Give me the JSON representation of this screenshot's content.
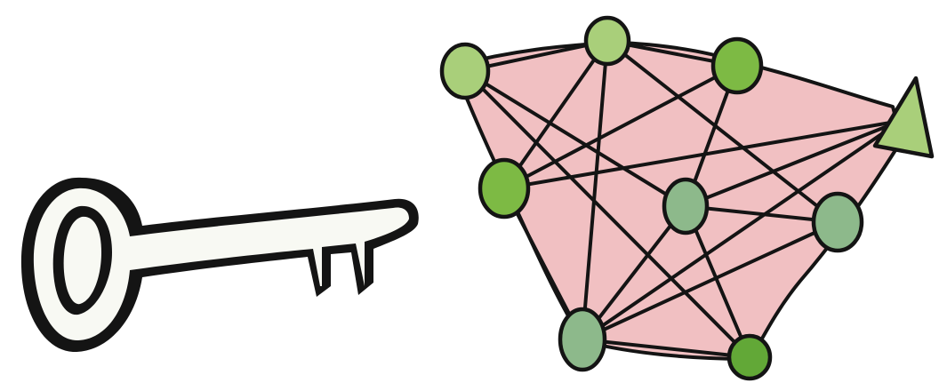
{
  "diagram": {
    "text": [],
    "colors": {
      "outline": "#141414",
      "key_fill": "#f8f9f3",
      "network_fill": "#f1c0c2",
      "node_light_green": "#a9cf7a",
      "node_medium_green": "#7dba44",
      "node_dark_green": "#62a837",
      "node_sage": "#8db98b"
    },
    "key_icon": {
      "name": "key",
      "teeth": 2
    },
    "network_icon": {
      "name": "graph-network",
      "nodes": [
        {
          "id": "n1",
          "shape": "circle",
          "tone": "light_green"
        },
        {
          "id": "n2",
          "shape": "circle",
          "tone": "light_green"
        },
        {
          "id": "n3",
          "shape": "circle",
          "tone": "medium_green"
        },
        {
          "id": "n4",
          "shape": "triangle",
          "tone": "light_green"
        },
        {
          "id": "n5",
          "shape": "circle",
          "tone": "medium_green"
        },
        {
          "id": "n6",
          "shape": "circle",
          "tone": "sage"
        },
        {
          "id": "n7",
          "shape": "circle",
          "tone": "sage"
        },
        {
          "id": "n8",
          "shape": "circle",
          "tone": "sage"
        },
        {
          "id": "n9",
          "shape": "circle",
          "tone": "dark_green"
        }
      ],
      "edges": [
        [
          "n1",
          "n2"
        ],
        [
          "n1",
          "n6"
        ],
        [
          "n1",
          "n9"
        ],
        [
          "n2",
          "n5"
        ],
        [
          "n2",
          "n8"
        ],
        [
          "n2",
          "n3"
        ],
        [
          "n2",
          "n7"
        ],
        [
          "n3",
          "n5"
        ],
        [
          "n3",
          "n6"
        ],
        [
          "n5",
          "n4"
        ],
        [
          "n6",
          "n4"
        ],
        [
          "n6",
          "n7"
        ],
        [
          "n6",
          "n8"
        ],
        [
          "n6",
          "n9"
        ],
        [
          "n7",
          "n8"
        ],
        [
          "n4",
          "n8"
        ],
        [
          "n5",
          "n8"
        ],
        [
          "n8",
          "n9"
        ]
      ]
    }
  }
}
